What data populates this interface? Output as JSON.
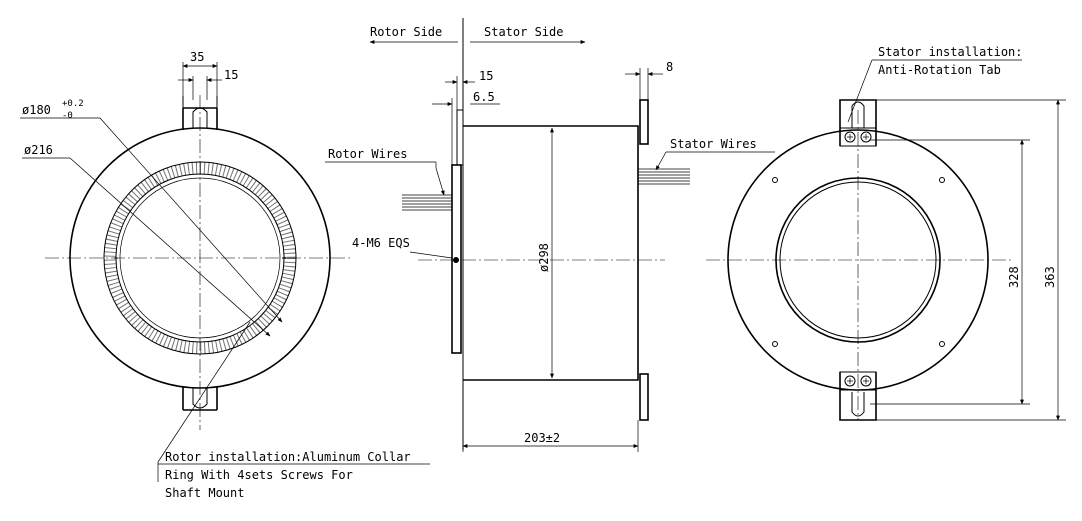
{
  "labels": {
    "rotor_side": "Rotor Side",
    "stator_side": "Stator Side",
    "rotor_wires": "Rotor Wires",
    "stator_wires": "Stator Wires",
    "stator_install_1": "Stator installation:",
    "stator_install_2": "Anti-Rotation Tab",
    "rotor_install_1": "Rotor installation:Aluminum Collar",
    "rotor_install_2": "Ring With 4sets Screws For",
    "rotor_install_3": "Shaft Mount",
    "bolts": "4-M6 EQS"
  },
  "dims": {
    "d35": "35",
    "d15_left": "15",
    "d180": "ø180",
    "d180_tol_up": "+0.2",
    "d180_tol_dn": "-0",
    "d216": "ø216",
    "d15_mid": "15",
    "d6_5": "6.5",
    "d8": "8",
    "d298": "ø298",
    "d203": "203±2",
    "d328": "328",
    "d363": "363"
  }
}
